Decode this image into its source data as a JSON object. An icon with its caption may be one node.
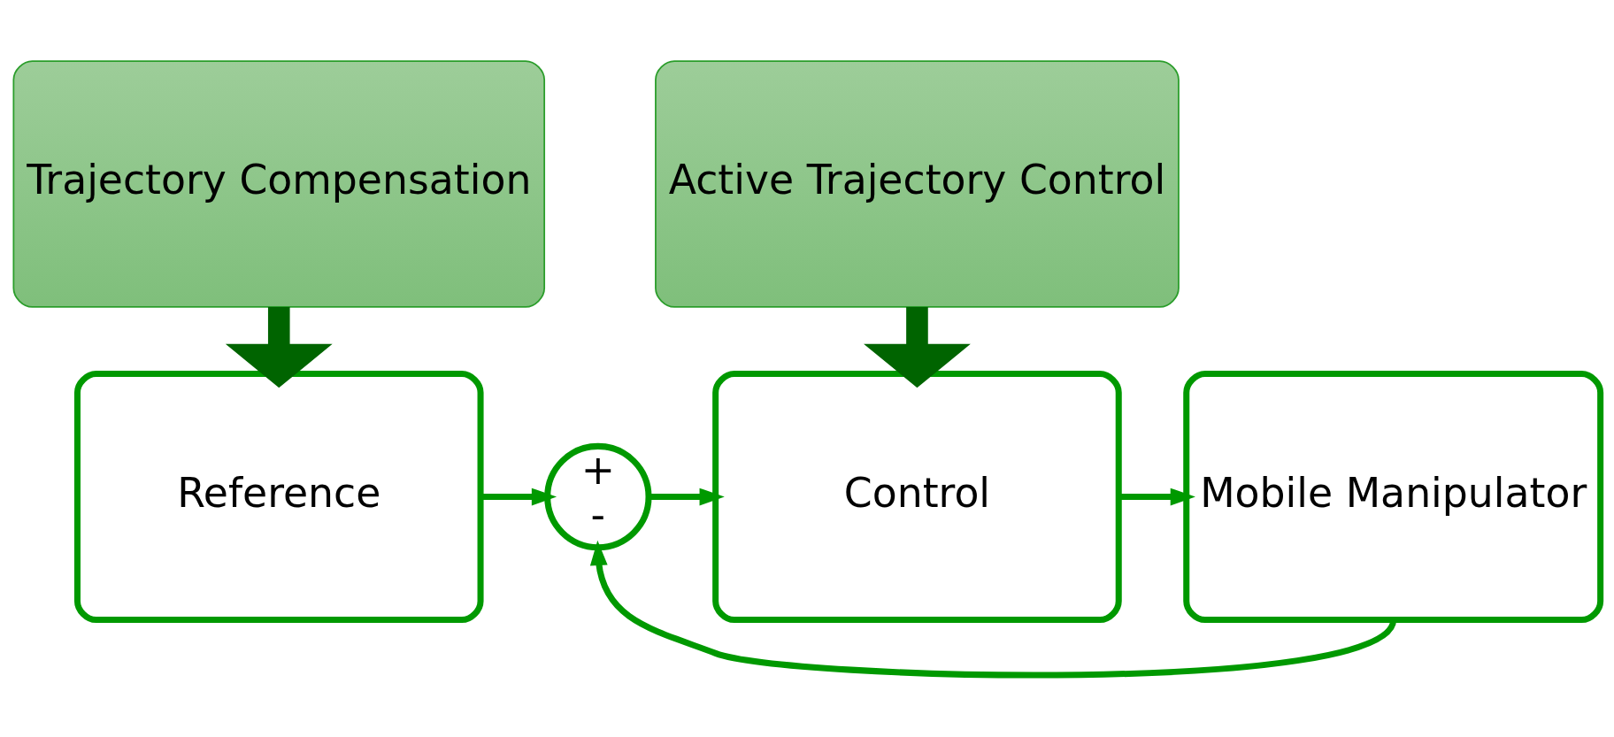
{
  "diagram": {
    "nodes": [
      {
        "text": [
          "Trajectory Compensation"
        ]
      },
      {
        "text": [
          "Active Trajectory Control"
        ]
      },
      {
        "text": [
          "Reference"
        ]
      },
      {
        "text": [
          "+",
          "-"
        ]
      },
      {
        "text": [
          "Control"
        ]
      },
      {
        "text": [
          "Mobile Manipulator"
        ]
      }
    ],
    "edges": [
      {
        "from": 0,
        "to": 2,
        "arrow": "to",
        "style": "thick",
        "color": "#006400"
      },
      {
        "from": 1,
        "to": 4,
        "arrow": "to",
        "style": "thick",
        "color": "#006400"
      },
      {
        "from": 2,
        "to": 3,
        "arrow": "to"
      },
      {
        "from": 3,
        "to": 4,
        "arrow": "to"
      },
      {
        "from": 4,
        "to": 5,
        "arrow": "to"
      },
      {
        "from": 5,
        "to": 3,
        "arrow": "to"
      }
    ]
  }
}
